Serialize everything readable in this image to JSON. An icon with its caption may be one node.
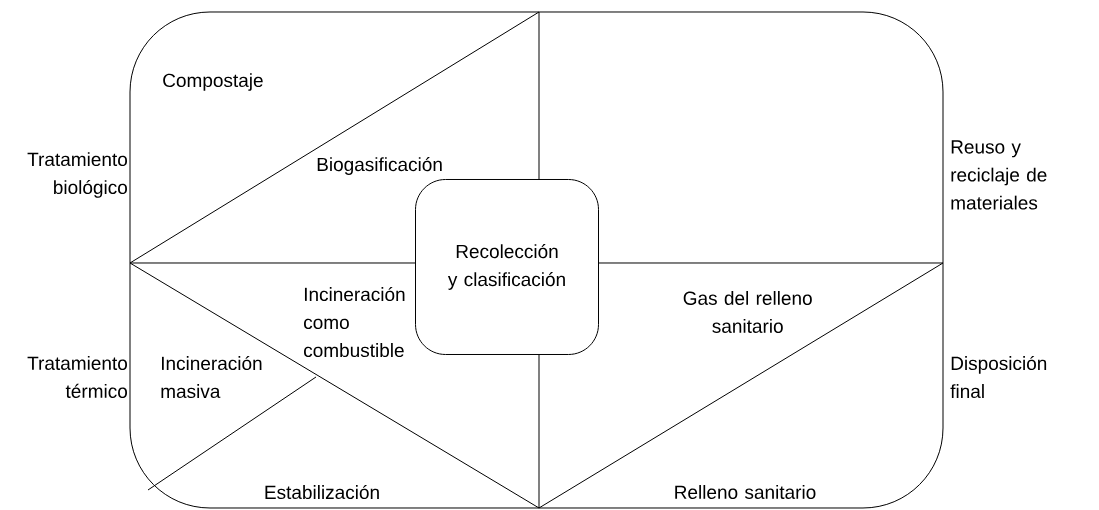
{
  "diagram": {
    "nodes": [
      {
        "text": [
          "Recolección y clasificación"
        ]
      }
    ],
    "labels": [
      "Compostaje",
      "Tratamiento biológico",
      "Biogasificación",
      "Reuso y reciclaje de materiales",
      "Incineración como combustible",
      "Gas del relleno sanitario",
      "Tratamiento térmico",
      "Incineración masiva",
      "Disposición final",
      "Estabilización",
      "Relleno sanitario"
    ]
  }
}
